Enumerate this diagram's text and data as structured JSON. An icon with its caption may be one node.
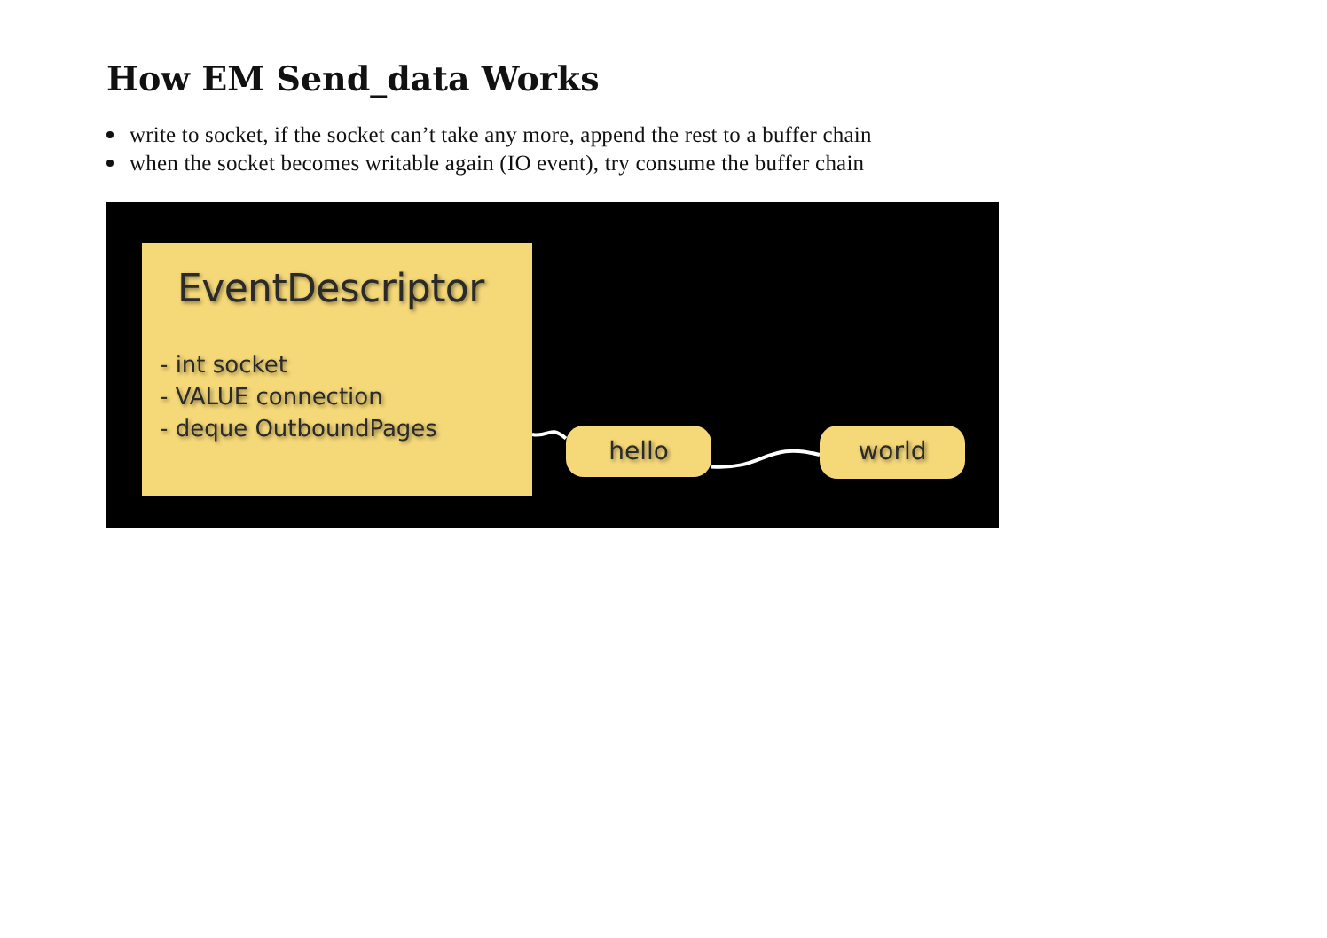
{
  "diagram": {
    "title": "How EM Send_data Works",
    "nodes": [
      {
        "text": [
          "EventDescriptor",
          "- int socket",
          "- VALUE connection",
          "- deque OutboundPages"
        ]
      },
      {
        "text": [
          "hello"
        ]
      },
      {
        "text": [
          "world"
        ]
      }
    ],
    "edges": [
      {
        "from": 0,
        "to": 1,
        "arrow": "none"
      },
      {
        "from": 1,
        "to": 2,
        "arrow": "none"
      }
    ],
    "labels": [
      "write to socket, if the socket can’t take any more, append the rest to a buffer chain",
      "when the socket becomes writable again (IO event), try consume the buffer chain"
    ]
  }
}
